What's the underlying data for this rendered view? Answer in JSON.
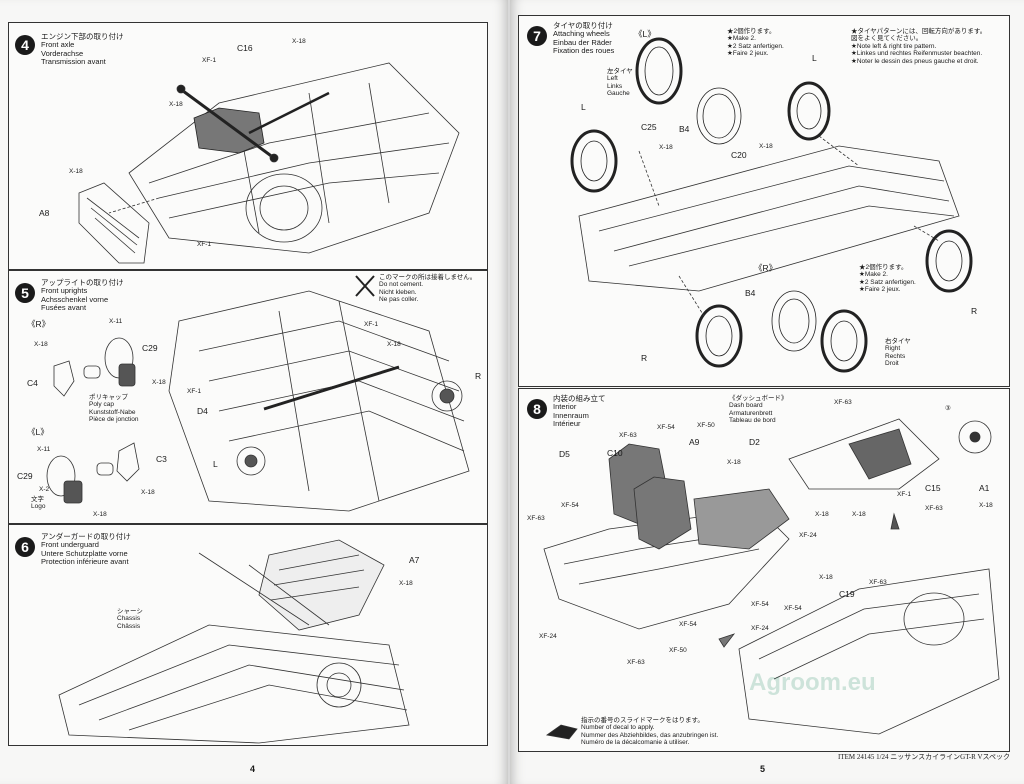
{
  "page_numbers": {
    "left": "4",
    "right": "5"
  },
  "footer": "ITEM 24145  1/24 ニッサンスカイラインGT-R Vスペック",
  "watermark": "Agroom.eu",
  "steps": {
    "s4": {
      "num": "4",
      "ja": "エンジン下部の取り付け",
      "en": "Front axle",
      "de": "Vorderachse",
      "fr": "Transmission avant",
      "labels": {
        "c16": "C16",
        "xf1a": "XF-1",
        "x18a": "X-18",
        "x18b": "X-18",
        "x18c": "X-18",
        "a8": "A8",
        "xf1b": "XF-1"
      }
    },
    "s5": {
      "num": "5",
      "ja": "アップライトの取り付け",
      "en": "Front uprights",
      "de": "Achsschenkel vorne",
      "fr": "Fusées avant",
      "note": [
        "このマークの所は接着しません。",
        "Do not cement.",
        "Nicht kleben.",
        "Ne pas coller."
      ],
      "labels": {
        "r": "《R》",
        "l": "《L》",
        "x11a": "X-11",
        "x18a": "X-18",
        "c29a": "C29",
        "c4": "C4",
        "x18b": "X-18",
        "polycap": [
          "ポリキャップ",
          "Poly cap",
          "Kunststoff-Nabe",
          "Pièce de jonction"
        ],
        "x11b": "X-11",
        "c3": "C3",
        "c29b": "C29",
        "x18c": "X-18",
        "x2": "X-2",
        "x18d": "X-18",
        "logo": [
          "文字",
          "Logo"
        ],
        "xf1a": "XF-1",
        "x18e": "X-18",
        "xf1b": "XF-1",
        "d4": "D4",
        "rr": "R",
        "ll": "L"
      }
    },
    "s6": {
      "num": "6",
      "ja": "アンダーガードの取り付け",
      "en": "Front underguard",
      "de": "Untere Schutzplatte vorne",
      "fr": "Protection inférieure avant",
      "labels": {
        "a7": "A7",
        "x18": "X-18",
        "chassis": [
          "シャーシ",
          "Chassis",
          "Châssis"
        ]
      }
    },
    "s7": {
      "num": "7",
      "ja": "タイヤの取り付け",
      "en": "Attaching wheels",
      "de": "Einbau der Räder",
      "fr": "Fixation des roues",
      "make2a": [
        "★2個作ります。",
        "★Make 2.",
        "★2 Satz anfertigen.",
        "★Faire 2 jeux."
      ],
      "pattern": [
        "★タイヤパターンには、回転方向があります。",
        "図をよく見てください。",
        "★Note left & right tire pattern.",
        "★Linkes und rechtes Reifenmuster beachten.",
        "★Noter le dessin des pneus gauche et droit."
      ],
      "make2b": [
        "★2個作ります。",
        "★Make 2.",
        "★2 Satz anfertigen.",
        "★Faire 2 jeux."
      ],
      "left_tire": [
        "左タイヤ",
        "Left",
        "Links",
        "Gauche"
      ],
      "right_tire": [
        "右タイヤ",
        "Right",
        "Rechts",
        "Droit"
      ],
      "labels": {
        "lq": "《L》",
        "l1": "L",
        "l2": "L",
        "b4a": "B4",
        "c25": "C25",
        "x18a": "X-18",
        "c20": "C20",
        "x18b": "X-18",
        "rq": "《R》",
        "b4b": "B4",
        "r1": "R",
        "r2": "R"
      }
    },
    "s8": {
      "num": "8",
      "ja": "内装の組み立て",
      "en": "Interior",
      "de": "Innenraum",
      "fr": "Intérieur",
      "dash": [
        "《ダッシュボード》",
        "Dash board",
        "Armaturenbrett",
        "Tableau de bord"
      ],
      "decal": [
        "指示の番号のスライドマークをはります。",
        "Number of decal to apply.",
        "Nummer des Abziehbildes, das anzubringen ist.",
        "Numéro de la décalcomanie à utiliser."
      ],
      "labels": {
        "xf63a": "XF-63",
        "xf54a": "XF-54",
        "xf50a": "XF-50",
        "a9": "A9",
        "c10": "C10",
        "d5": "D5",
        "d2": "D2",
        "xf63b": "XF-63",
        "x18a": "X-18",
        "xf54b": "XF-54",
        "xf63c": "XF-63",
        "xf24a": "XF-24",
        "xf24b": "XF-24",
        "xf54c": "XF-54",
        "xf54d": "XF-54",
        "xf63d": "XF-63",
        "xf50b": "XF-50",
        "xf24c": "XF-24",
        "x18b": "X-18",
        "x18c": "X-18",
        "xf1": "XF-1",
        "c15": "C15",
        "xf63e": "XF-63",
        "a1": "A1",
        "x18d": "X-18",
        "circ3": "③",
        "x18e": "X-18",
        "xf63f": "XF-63",
        "c19": "C19",
        "xf54e": "XF-54"
      }
    }
  }
}
